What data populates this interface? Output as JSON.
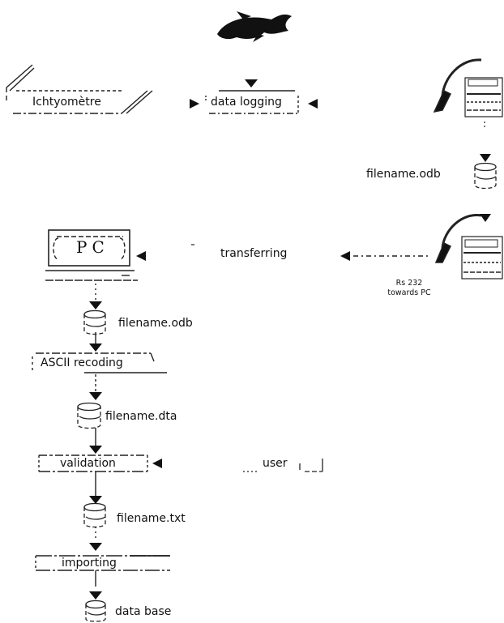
{
  "labels": {
    "ichtyometre": "Ichtyomètre",
    "data_logging": "data logging",
    "filename_odb_top": "filename.odb",
    "pc": "PC",
    "transferring": "transferring",
    "rs232_line1": "Rs 232",
    "rs232_line2": "towards PC",
    "filename_odb": "filename.odb",
    "ascii_recoding": "ASCII recoding",
    "filename_dta": "filename.dta",
    "validation": "validation",
    "user": "user",
    "filename_txt": "filename.txt",
    "importing": "importing",
    "data_base": "data base"
  },
  "icons": {
    "fish": "fish-icon",
    "probe": "probe-device-icon",
    "database": "database-icon",
    "computer": "computer-icon",
    "arrow": "arrow-icon"
  }
}
